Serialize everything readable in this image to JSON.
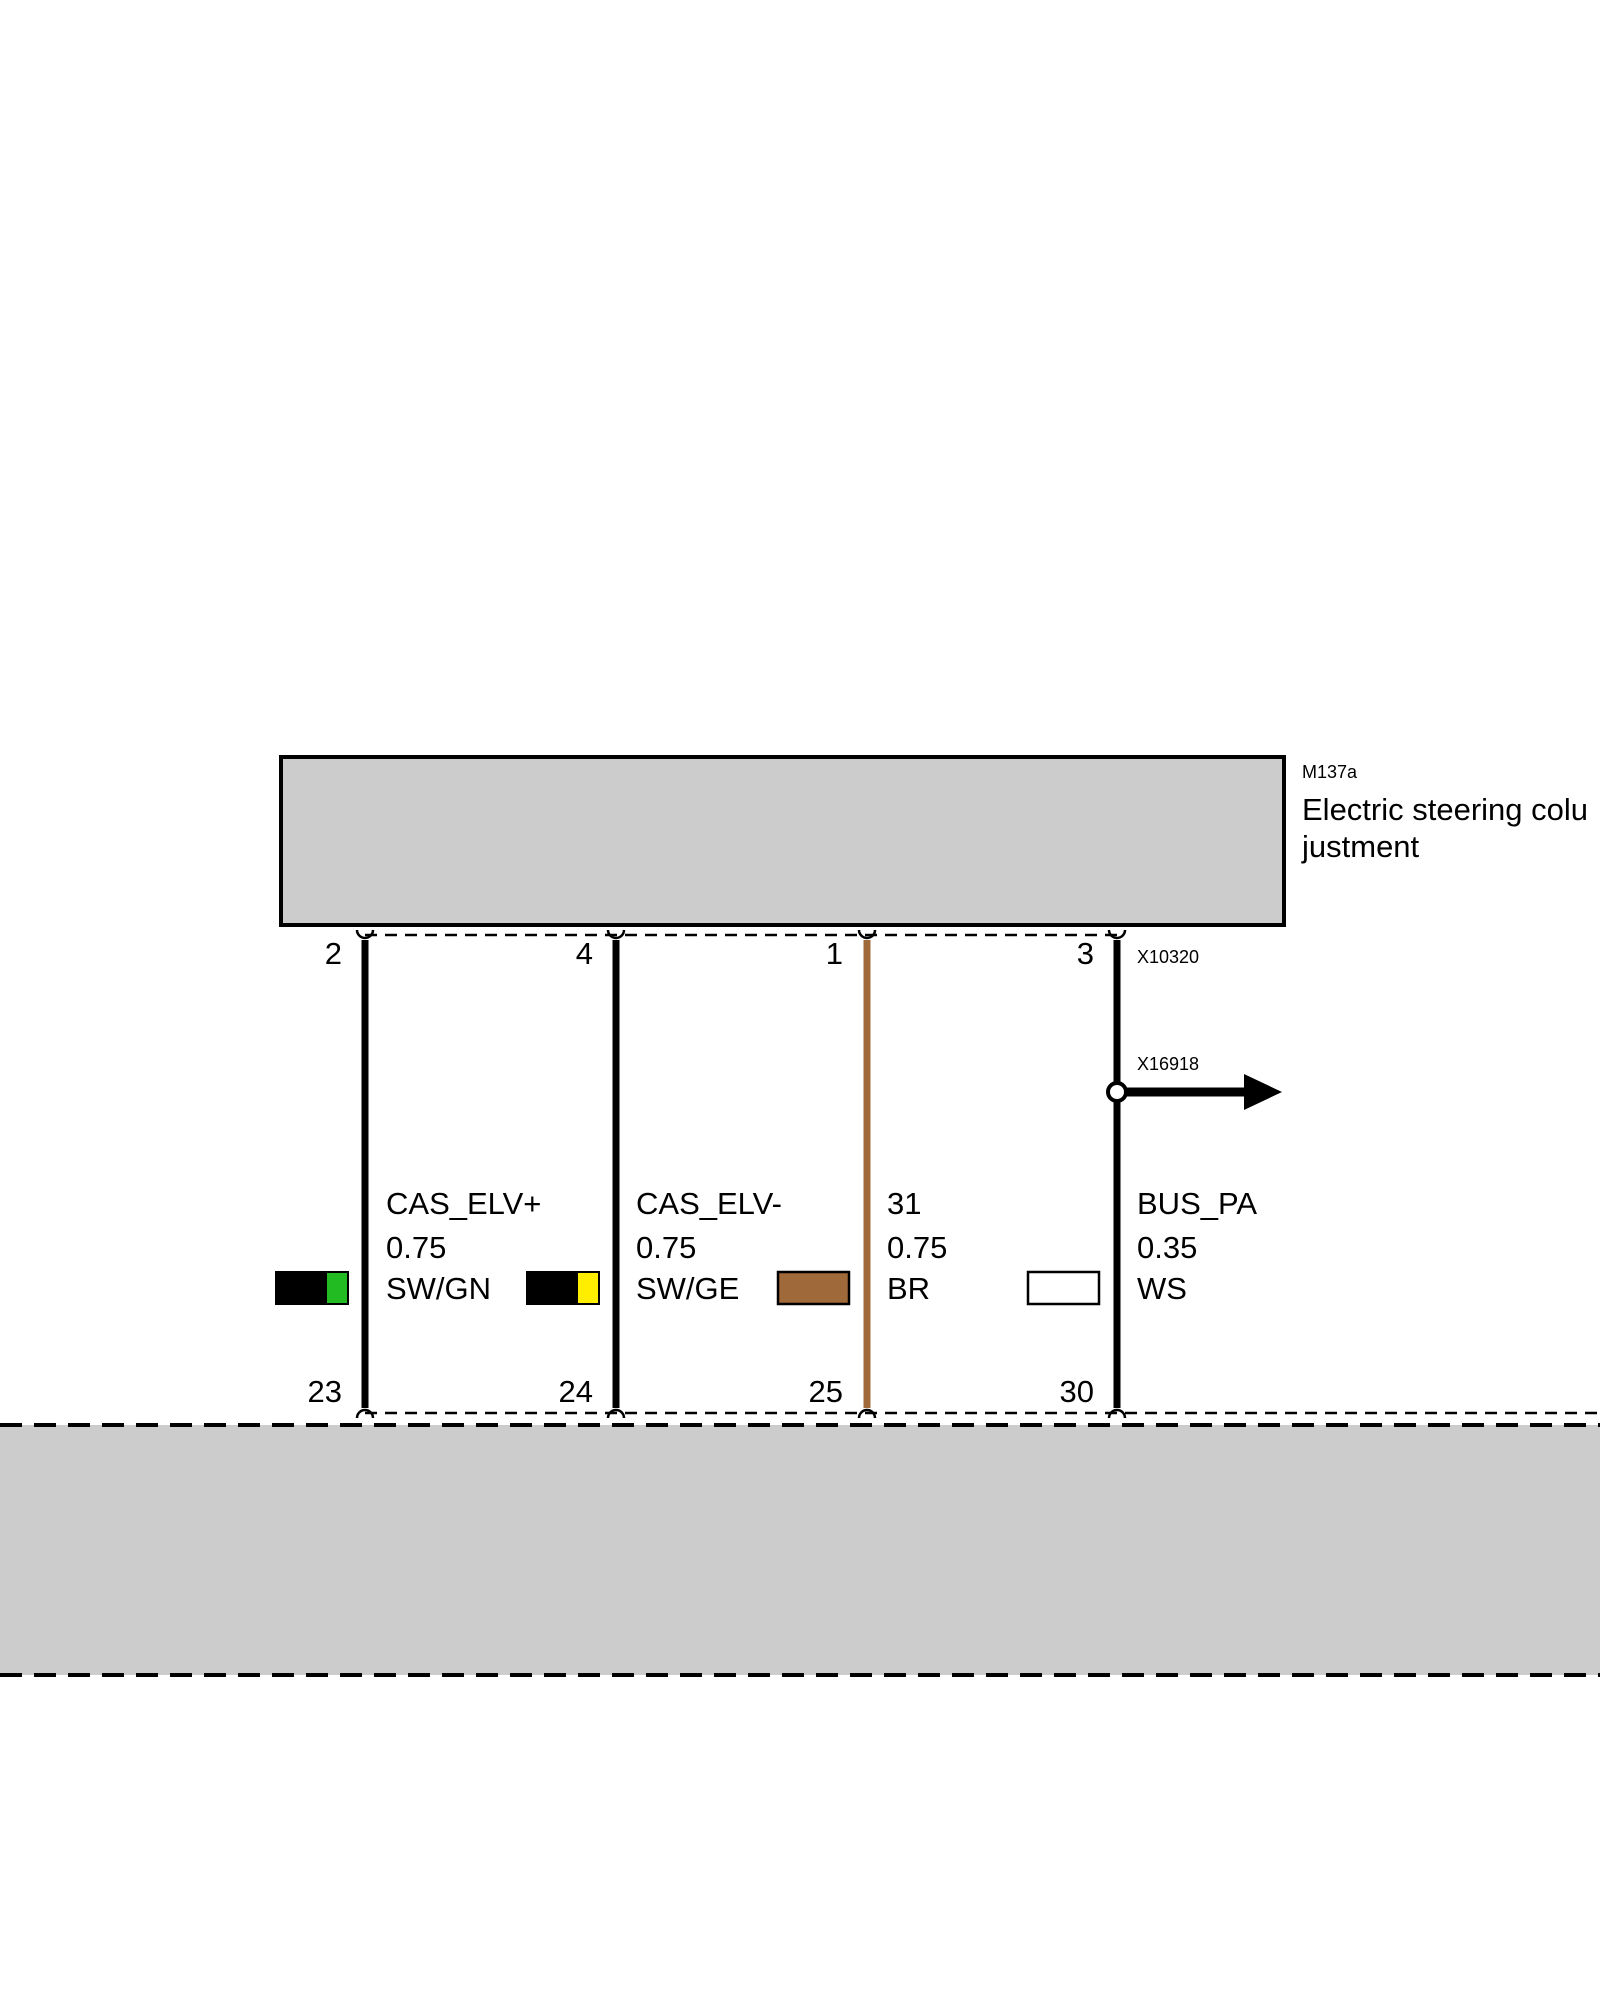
{
  "component": {
    "id": "M137a",
    "name_line1": "Electric steering colu",
    "name_line2": "justment",
    "fill": "#cccccc"
  },
  "connectors": {
    "top": "X10320",
    "branch": "X16918"
  },
  "bottom_module": {
    "fill": "#cccccc"
  },
  "wires": [
    {
      "signal": "CAS_ELV+",
      "cross_section": "0.75",
      "color_code": "SW/GN",
      "pin_top": "2",
      "pin_bottom": "23",
      "wire_color": "#000000",
      "swatch": [
        "#000000",
        "#22bb22"
      ]
    },
    {
      "signal": "CAS_ELV-",
      "cross_section": "0.75",
      "color_code": "SW/GE",
      "pin_top": "4",
      "pin_bottom": "24",
      "wire_color": "#000000",
      "swatch": [
        "#000000",
        "#ffee00"
      ]
    },
    {
      "signal": "31",
      "cross_section": "0.75",
      "color_code": "BR",
      "pin_top": "1",
      "pin_bottom": "25",
      "wire_color": "#a0693a",
      "swatch": [
        "#a0693a"
      ]
    },
    {
      "signal": "BUS_PA",
      "cross_section": "0.35",
      "color_code": "WS",
      "pin_top": "3",
      "pin_bottom": "30",
      "wire_color": "#000000",
      "swatch": [
        "#ffffff"
      ]
    }
  ]
}
